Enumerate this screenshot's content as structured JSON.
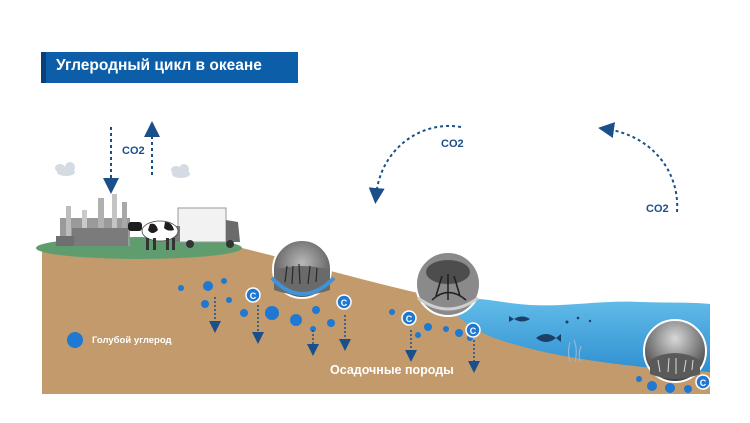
{
  "title": "Углеродный цикл в океане",
  "labels": {
    "co2_left": "CO2",
    "co2_middle": "CO2",
    "co2_right": "CO2",
    "sediments": "Осадочные породы",
    "legend": "Голубой углерод",
    "carbon_symbol": "C"
  },
  "colors": {
    "title_bg": "#0d5ea8",
    "ground": "#c39a6c",
    "grass": "#5f9d6f",
    "water": "#5ab4e6",
    "carbon_dot": "#1f78d1",
    "arrow": "#1a4f8a"
  },
  "icons": [
    "factory-icon",
    "cow-icon",
    "truck-icon",
    "seagrass-circle",
    "mangrove-circle",
    "deep-sea-circle",
    "fish-icon"
  ]
}
